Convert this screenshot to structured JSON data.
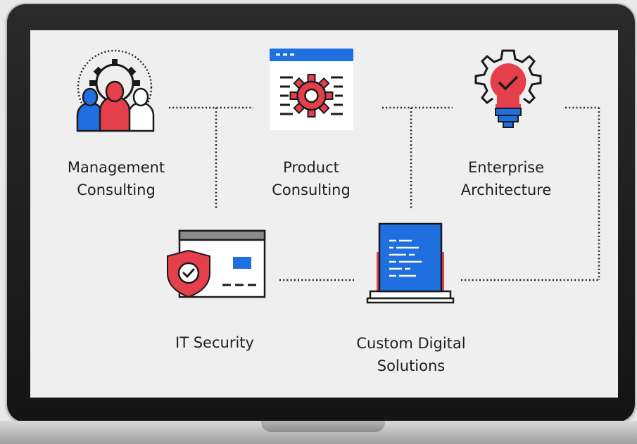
{
  "services": [
    {
      "line1": "Management",
      "line2": "Consulting",
      "icon": "team-gear-icon"
    },
    {
      "line1": "Product",
      "line2": "Consulting",
      "icon": "browser-gear-icon"
    },
    {
      "line1": "Enterprise",
      "line2": "Architecture",
      "icon": "lightbulb-gear-icon"
    },
    {
      "line1": "IT Security",
      "line2": "",
      "icon": "shield-card-icon"
    },
    {
      "line1": "Custom Digital",
      "line2": "Solutions",
      "icon": "laptop-code-icon"
    }
  ],
  "colors": {
    "red": "#e53f4b",
    "blue": "#1f6fe0",
    "dark": "#1a1a1a",
    "screen": "#efefef"
  }
}
